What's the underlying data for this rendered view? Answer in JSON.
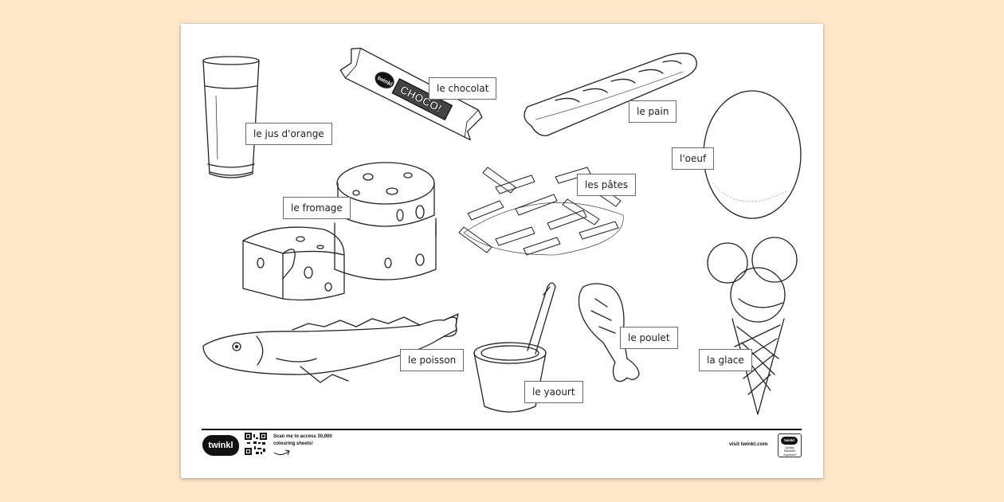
{
  "labels": {
    "juice": "le jus d'orange",
    "chocolate": "le chocolat",
    "bread": "le pain",
    "egg": "l'oeuf",
    "cheese": "le fromage",
    "pasta": "les pâtes",
    "fish": "le poisson",
    "yogurt": "le yaourt",
    "chicken": "le poulet",
    "icecream": "la glace"
  },
  "wrapper_text": {
    "brand": "twinkl",
    "name": "CHOCO!"
  },
  "footer": {
    "logo": "twinkl",
    "scan_text": "Scan me to access 30,000 colouring sheets!",
    "visit": "visit twinkl.com",
    "badge_logo": "twinkl",
    "badge_text": "Quality Standard Approved"
  },
  "colors": {
    "background": "#fde7c7",
    "sheet": "#ffffff",
    "ink": "#222222"
  }
}
